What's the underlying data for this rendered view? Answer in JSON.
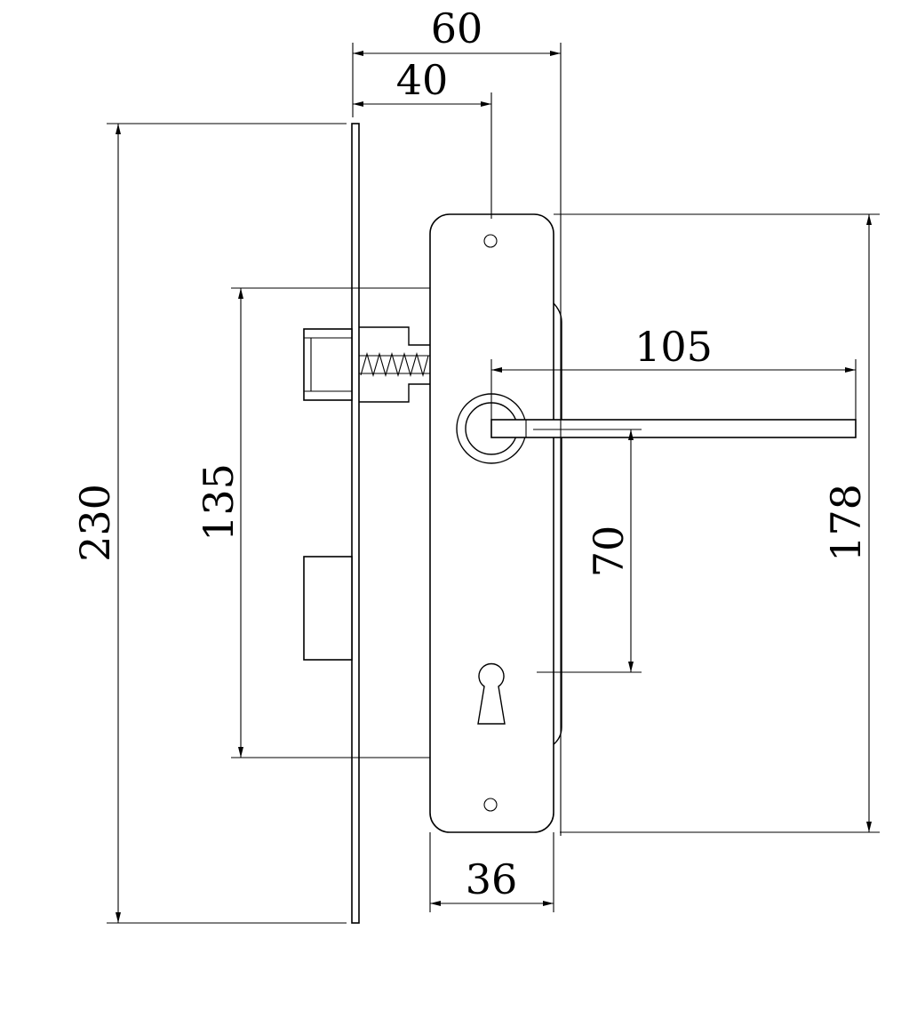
{
  "diagram": {
    "subject": "mortise lock with handle on backplate",
    "colors": {
      "line": "#000000",
      "background": "#ffffff"
    },
    "dimensions": {
      "faceplate_length": "230",
      "backset_total": "60",
      "backset": "40",
      "backplate_height": "178",
      "case_height": "135",
      "lever_length": "105",
      "center_distance": "70",
      "backplate_width": "36"
    }
  }
}
